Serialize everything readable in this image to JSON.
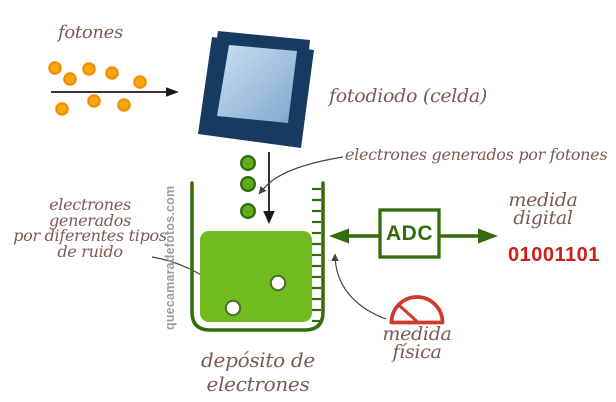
{
  "photons": {
    "label": "fotones"
  },
  "photodiode": {
    "label": "fotodiodo (celda)"
  },
  "electron_flow": {
    "label": "electrones generados por fotones"
  },
  "noise": {
    "lines": [
      "electrones generados",
      "por diferentes tipos",
      "de ruido"
    ]
  },
  "well": {
    "label": "depósito de electrones",
    "watermark": "quecamaradefotos.com"
  },
  "adc": {
    "label": "ADC"
  },
  "digital_measure": {
    "label_lines": [
      "medida",
      "digital"
    ],
    "value": "01001101"
  },
  "physical_measure": {
    "label_lines": [
      "medida",
      "física"
    ]
  },
  "colors": {
    "green_dark": "#336b0d",
    "green_fill": "#72bb1f",
    "green_dot": "#5fad1c",
    "orange": "#ffa70f",
    "orange_dark": "#f19000",
    "navy": "#163a61",
    "screen_light": "#cbdff1",
    "screen_dark": "#7ea7cd",
    "brown": "#7b5b51",
    "red_gauge": "#ce3a2f",
    "red_binary": "#cb201c",
    "watermark_gray": "#9d9d9d",
    "ink": "#1a1a1a",
    "leader": "#4a413d",
    "noise_dot_stroke": "#4a6b33"
  }
}
